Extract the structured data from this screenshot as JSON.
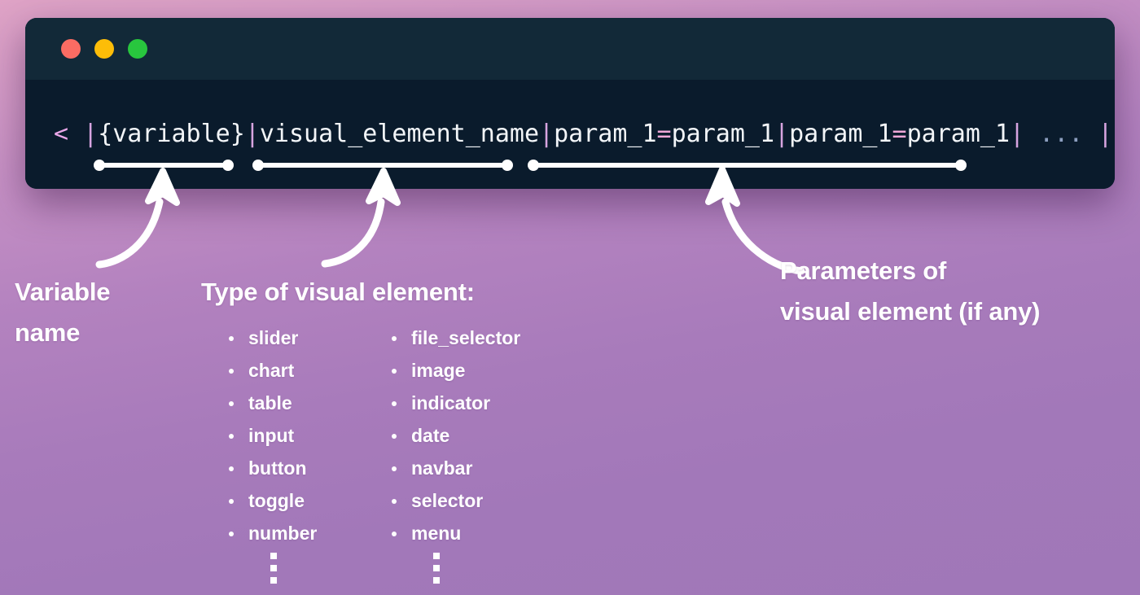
{
  "window": {
    "traffic_lights": [
      {
        "name": "close",
        "color": "#fb6c63"
      },
      {
        "name": "minimize",
        "color": "#fdbd08"
      },
      {
        "name": "zoom",
        "color": "#28c63e"
      }
    ],
    "code": {
      "full_text": "< |{variable}|visual_element_name|param_1=param_1|param_1=param_1| ... | >",
      "tokens": [
        {
          "type": "angle",
          "text": "<"
        },
        {
          "type": "space",
          "text": " "
        },
        {
          "type": "pipe",
          "text": "|"
        },
        {
          "type": "txt",
          "text": "{variable}"
        },
        {
          "type": "pipe",
          "text": "|"
        },
        {
          "type": "txt",
          "text": "visual_element_name"
        },
        {
          "type": "pipe",
          "text": "|"
        },
        {
          "type": "txt",
          "text": "param_1"
        },
        {
          "type": "eq",
          "text": "="
        },
        {
          "type": "txt",
          "text": "param_1"
        },
        {
          "type": "pipe",
          "text": "|"
        },
        {
          "type": "txt",
          "text": "param_1"
        },
        {
          "type": "eq",
          "text": "="
        },
        {
          "type": "txt",
          "text": "param_1"
        },
        {
          "type": "pipe",
          "text": "|"
        },
        {
          "type": "dots",
          "text": " ... "
        },
        {
          "type": "pipe",
          "text": "|"
        },
        {
          "type": "angle",
          "text": " >"
        }
      ],
      "segments": [
        {
          "name": "variable-span",
          "label": "{variable}"
        },
        {
          "name": "visual-element-name-span",
          "label": "visual_element_name"
        },
        {
          "name": "parameters-span",
          "label": "param_1=param_1|param_1=param_1"
        }
      ]
    }
  },
  "annotations": {
    "variable": "Variable\nname",
    "variable_line1": "Variable",
    "variable_line2": "name",
    "type_heading": "Type of visual element:",
    "parameters_line1": "Parameters of",
    "parameters_line2": "visual element (if any)"
  },
  "element_types": {
    "column_left": [
      "slider",
      "chart",
      "table",
      "input",
      "button",
      "toggle",
      "number"
    ],
    "column_right": [
      "file_selector",
      "image",
      "indicator",
      "date",
      "navbar",
      "selector",
      "menu"
    ],
    "continuation": "⋮"
  },
  "colors": {
    "window_body": "#0a1b2c",
    "window_titlebar": "#122938",
    "code_text": "#f2f5f8",
    "code_pipe": "#d7a4e0",
    "code_equals": "#f0a8d8",
    "code_angle": "#e9a7e8",
    "code_dots": "#8d9fc0",
    "background_top": "#dfa3c6",
    "background_bottom": "#a077b8",
    "marker_white": "#ffffff"
  }
}
